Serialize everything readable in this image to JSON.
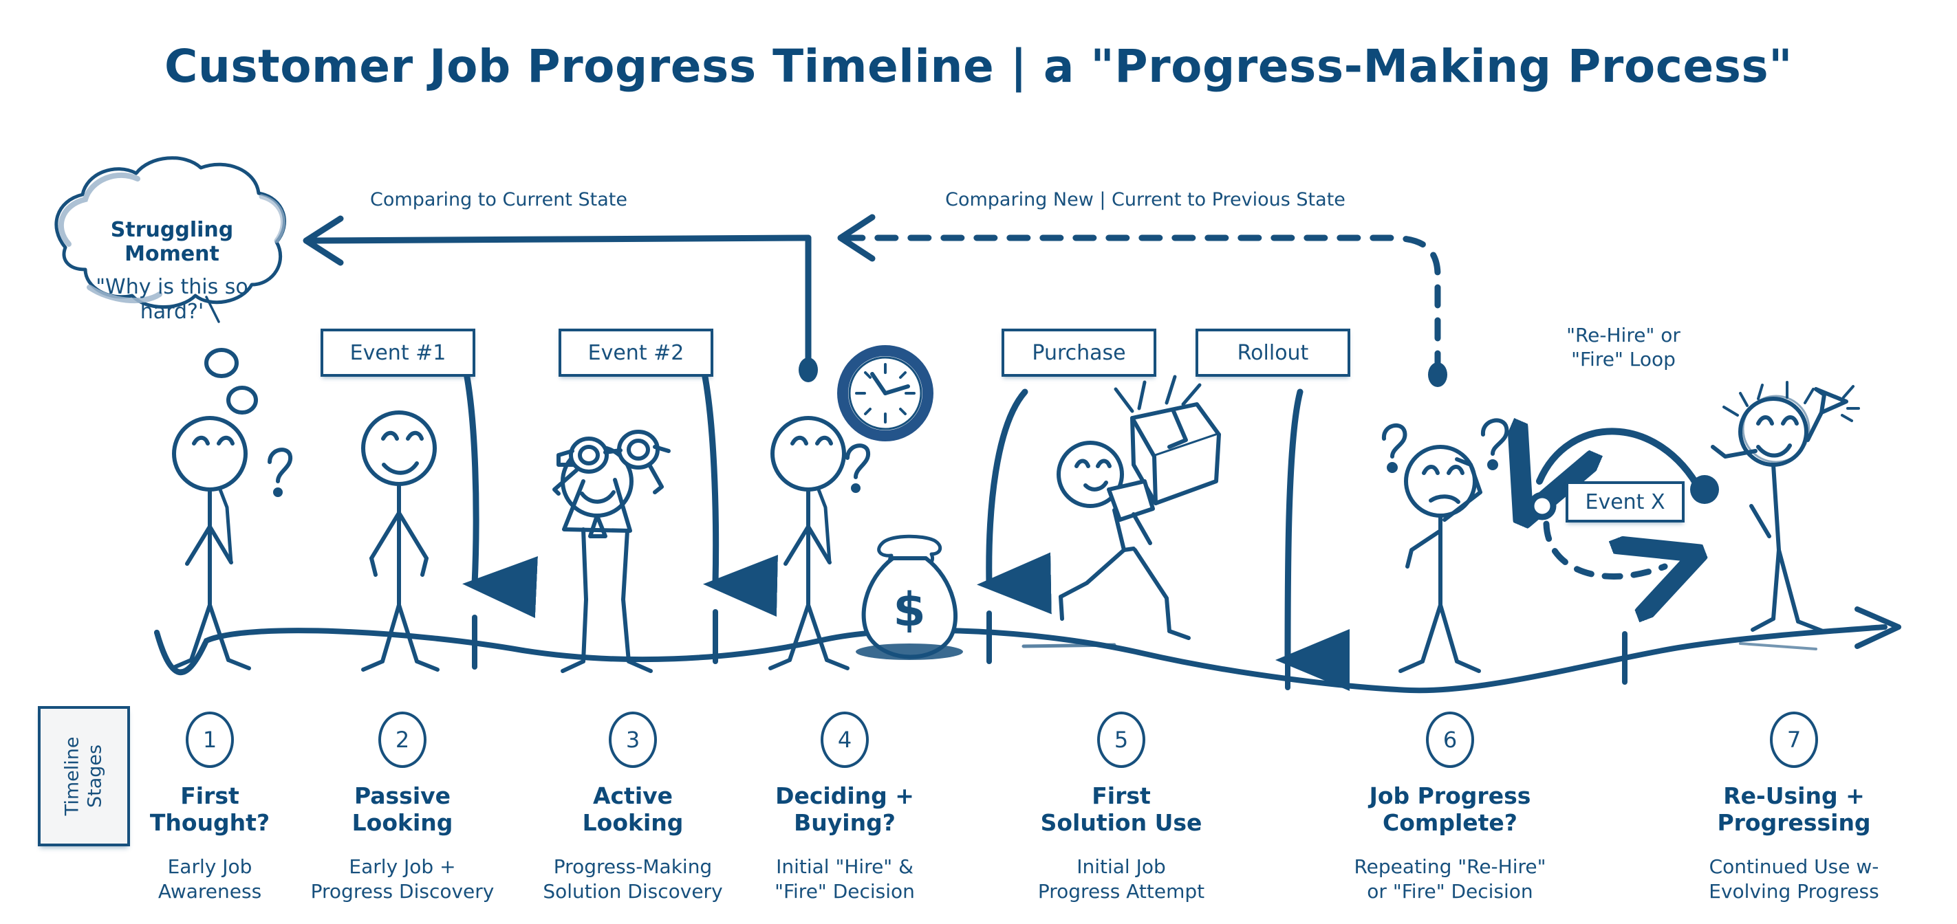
{
  "title": "Customer Job Progress Timeline | a \"Progress-Making Process\"",
  "accent_color": "#17507d",
  "accent_dark": "#0d4a7a",
  "thought_bubble": {
    "heading_line1": "Struggling",
    "heading_line2": "Moment",
    "quote_line1": "\"Why is this so",
    "quote_line2": "hard?'"
  },
  "top_labels": [
    {
      "text": "Comparing to Current State"
    },
    {
      "text": "Comparing New | Current to Previous State"
    }
  ],
  "event_boxes": [
    {
      "label": "Event #1"
    },
    {
      "label": "Event #2"
    },
    {
      "label": "Purchase"
    },
    {
      "label": "Rollout"
    },
    {
      "label": "Event X"
    }
  ],
  "loop_label": {
    "line1": "\"Re-Hire\" or",
    "line2": "\"Fire\" Loop"
  },
  "timeline_tag": {
    "line1": "Timeline",
    "line2": "Stages"
  },
  "stages": [
    {
      "number": "1",
      "title_line1": "First",
      "title_line2": "Thought?",
      "sub_line1": "Early Job",
      "sub_line2": "Awareness"
    },
    {
      "number": "2",
      "title_line1": "Passive",
      "title_line2": "Looking",
      "sub_line1": "Early Job +",
      "sub_line2": "Progress Discovery"
    },
    {
      "number": "3",
      "title_line1": "Active",
      "title_line2": "Looking",
      "sub_line1": "Progress-Making",
      "sub_line2": "Solution Discovery"
    },
    {
      "number": "4",
      "title_line1": "Deciding +",
      "title_line2": "Buying?",
      "sub_line1": "Initial \"Hire\" &",
      "sub_line2": "\"Fire\" Decision"
    },
    {
      "number": "5",
      "title_line1": "First",
      "title_line2": "Solution Use",
      "sub_line1": "Initial Job",
      "sub_line2": "Progress Attempt"
    },
    {
      "number": "6",
      "title_line1": "Job Progress",
      "title_line2": "Complete?",
      "sub_line1": "Repeating \"Re-Hire\"",
      "sub_line2": "or \"Fire\" Decision"
    },
    {
      "number": "7",
      "title_line1": "Re-Using +",
      "title_line2": "Progressing",
      "sub_line1": "Continued Use w-",
      "sub_line2": "Evolving Progress"
    }
  ],
  "figures": [
    {
      "name": "thinking-person-stage-1"
    },
    {
      "name": "standing-person-stage-2"
    },
    {
      "name": "binoculars-person-stage-3"
    },
    {
      "name": "thinking-person-stage-4"
    },
    {
      "name": "running-person-with-box-stage-5"
    },
    {
      "name": "confused-person-stage-6"
    },
    {
      "name": "celebrating-person-stage-7"
    }
  ],
  "props": [
    {
      "name": "clock-icon"
    },
    {
      "name": "money-bag-icon"
    }
  ]
}
